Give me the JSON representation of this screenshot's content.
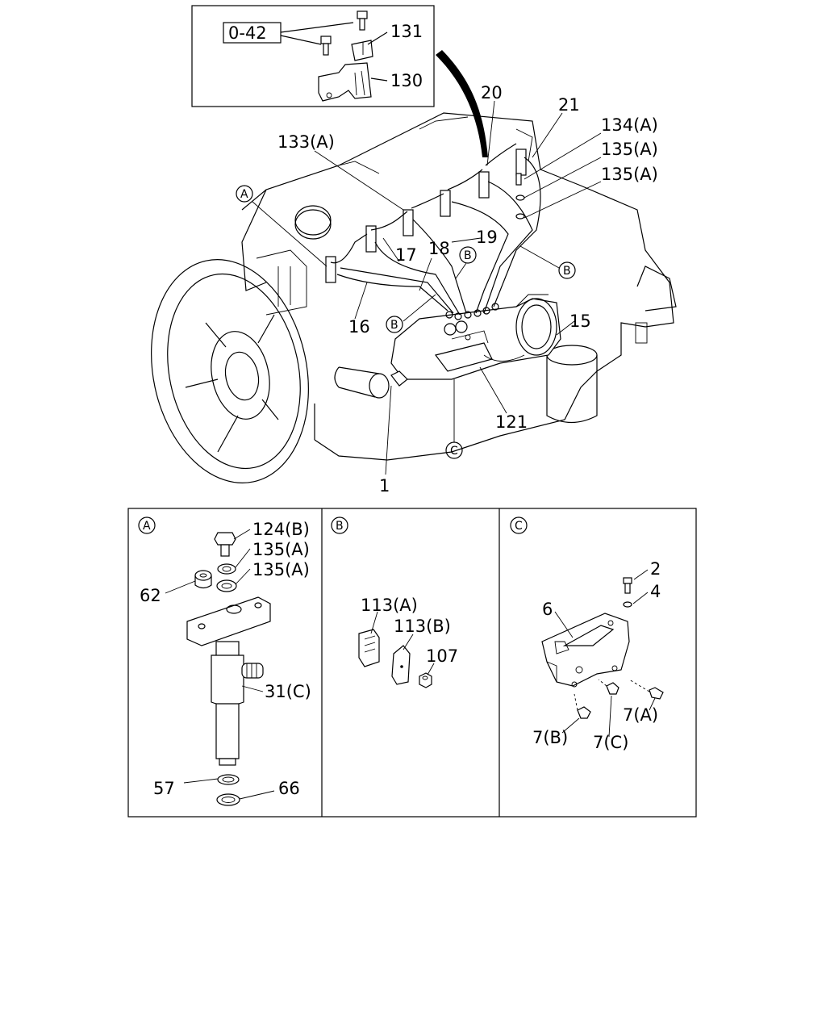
{
  "inset": {
    "ref_box": "0-42"
  },
  "main_labels": {
    "l131": "131",
    "l130": "130",
    "l20": "20",
    "l21": "21",
    "l134a": "134(A)",
    "l135a_1": "135(A)",
    "l135a_2": "135(A)",
    "l133a": "133(A)",
    "l17": "17",
    "l18": "18",
    "l19": "19",
    "l16": "16",
    "l15": "15",
    "l121": "121",
    "l1": "1"
  },
  "callouts": {
    "a": "A",
    "b": "B",
    "c": "C"
  },
  "detail_a": {
    "tag": "A",
    "l124b": "124(B)",
    "l135a_1": "135(A)",
    "l135a_2": "135(A)",
    "l62": "62",
    "l31c": "31(C)",
    "l57": "57",
    "l66": "66"
  },
  "detail_b": {
    "tag": "B",
    "l113a": "113(A)",
    "l113b": "113(B)",
    "l107": "107"
  },
  "detail_c": {
    "tag": "C",
    "l2": "2",
    "l4": "4",
    "l6": "6",
    "l7a": "7(A)",
    "l7b": "7(B)",
    "l7c": "7(C)"
  }
}
